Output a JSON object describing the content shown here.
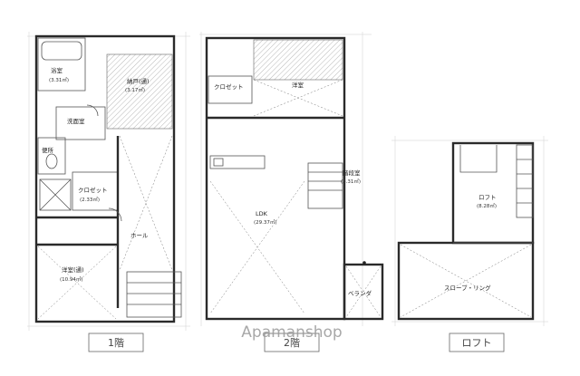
{
  "floors": [
    {
      "caption": "1階",
      "rooms": [
        {
          "name": "浴室",
          "area": "(3.31㎡)"
        },
        {
          "name": "納戸(通)",
          "area": "(3.17㎡)"
        },
        {
          "name": "洗面室",
          "area": ""
        },
        {
          "name": "便所",
          "area": ""
        },
        {
          "name": "クロゼット",
          "area": "(2.33㎡)"
        },
        {
          "name": "ホール",
          "area": ""
        },
        {
          "name": "洋室(通)",
          "area": "(10.94㎡)"
        }
      ]
    },
    {
      "caption": "2階",
      "rooms": [
        {
          "name": "洋室",
          "area": ""
        },
        {
          "name": "クロゼット",
          "area": ""
        },
        {
          "name": "LDK",
          "area": "(29.37㎡)"
        },
        {
          "name": "階段室",
          "area": "(3.31㎡)"
        },
        {
          "name": "ベランダ",
          "area": ""
        }
      ]
    },
    {
      "caption": "ロフト",
      "rooms": [
        {
          "name": "ロフト",
          "area": "(8.28㎡)"
        },
        {
          "name": "スローブ・リング",
          "area": ""
        }
      ]
    }
  ],
  "watermark": "Apamanshop"
}
